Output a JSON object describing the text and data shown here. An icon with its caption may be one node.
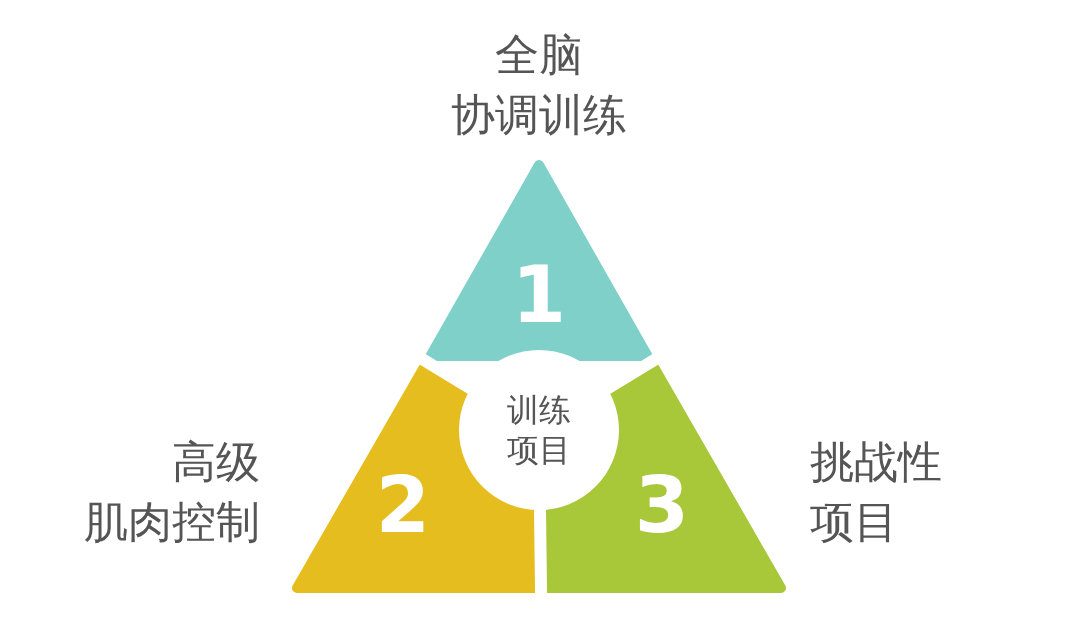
{
  "diagram": {
    "nodes": [
      {
        "text": [
          "1"
        ],
        "beside": [
          "全脑协调训练"
        ]
      },
      {
        "text": [
          "训练项目"
        ]
      },
      {
        "text": [
          "2"
        ],
        "beside": [
          "高级肌肉控制"
        ]
      },
      {
        "text": [
          "3"
        ],
        "beside": [
          "挑战性项目"
        ]
      }
    ]
  }
}
